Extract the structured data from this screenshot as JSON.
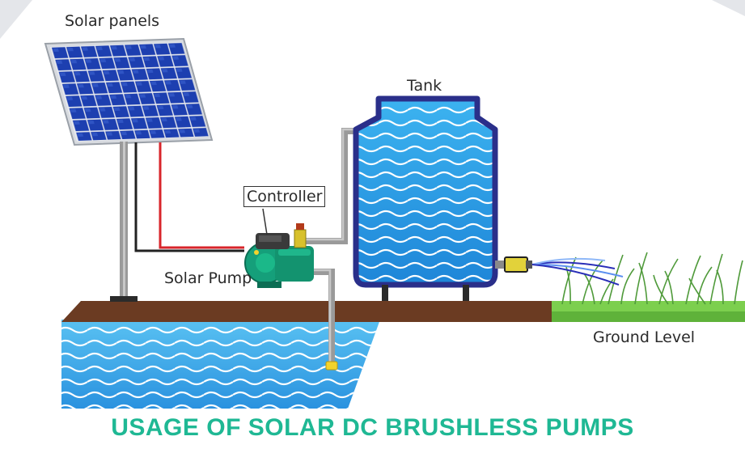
{
  "labels": {
    "solar_panels": "Solar panels",
    "tank": "Tank",
    "controller": "Controller",
    "solar_pump": "Solar Pump",
    "ground_level": "Ground Level"
  },
  "title": "USAGE OF SOLAR  DC BRUSHLESS PUMPS",
  "colors": {
    "water": "#2fa8ec",
    "tank_frame": "#2a2f8a",
    "ground": "#6b3b22",
    "grass": "#7ccf4e",
    "pump_body": "#159f7a",
    "pipe": "#9a9a9a",
    "wire_red": "#d8252b",
    "wire_black": "#222222",
    "title": "#1fb894",
    "panel_cell": "#1d3fb0"
  }
}
